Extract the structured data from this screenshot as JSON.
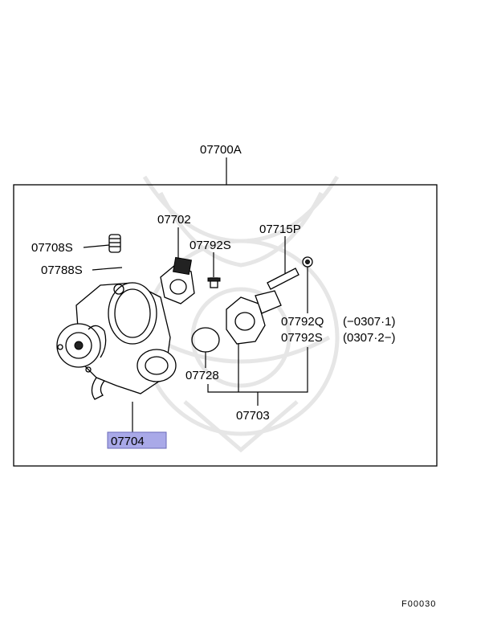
{
  "diagram": {
    "assembly_label": "07700A",
    "highlight_color": "#a9a9e8",
    "footer_code": "F00030",
    "parts": [
      {
        "id": "07702"
      },
      {
        "id": "07792S"
      },
      {
        "id": "07715P"
      },
      {
        "id": "07708S"
      },
      {
        "id": "07788S"
      },
      {
        "id": "07792Q",
        "note": "(−0307·1)"
      },
      {
        "id": "07792S",
        "note": "(0307·2−)"
      },
      {
        "id": "07728"
      },
      {
        "id": "07703"
      },
      {
        "id": "07704",
        "highlighted": true
      }
    ]
  }
}
